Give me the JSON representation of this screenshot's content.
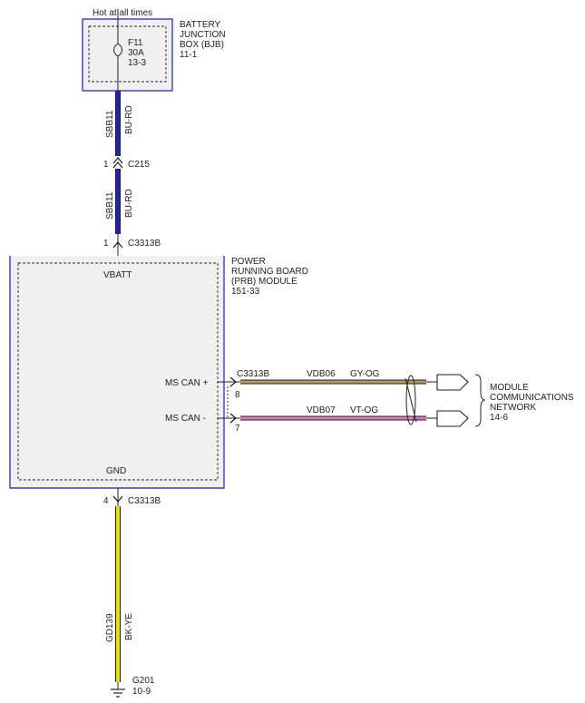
{
  "colors": {
    "box_border": "#3a3ac8",
    "box_fill": "#f0f0f0",
    "wire_blue": "#2222bb",
    "wire_yellow": "#e8e000",
    "wire_tan": "#b89a5a",
    "wire_pink": "#e07cc8",
    "line": "#222222"
  },
  "bjb": {
    "hot_label": "Hot at all times",
    "fuse_id": "F11",
    "fuse_rating": "30A",
    "fuse_ref": "13-3",
    "title_lines": [
      "BATTERY",
      "JUNCTION",
      "BOX (BJB)",
      "11-1"
    ]
  },
  "wire_sbb11_top": {
    "circuit": "SBB11",
    "color": "BU-RD"
  },
  "c215": {
    "pin": "1",
    "name": "C215"
  },
  "wire_sbb11_bottom": {
    "circuit": "SBB11",
    "color": "BU-RD"
  },
  "c3313b_top": {
    "pin": "1",
    "name": "C3313B"
  },
  "prb": {
    "title_lines": [
      "POWER",
      "RUNNING BOARD",
      "(PRB) MODULE",
      "151-33"
    ],
    "vbatt": "VBATT",
    "gnd": "GND",
    "ms_can_plus": "MS CAN +",
    "ms_can_minus": "MS CAN -"
  },
  "can_connector": {
    "name": "C3313B",
    "pin_plus": "8",
    "pin_minus": "7"
  },
  "wire_vdb06": {
    "circuit": "VDB06",
    "color": "GY-OG"
  },
  "wire_vdb07": {
    "circuit": "VDB07",
    "color": "VT-OG"
  },
  "network": {
    "title_lines": [
      "MODULE",
      "COMMUNICATIONS",
      "NETWORK",
      "14-6"
    ]
  },
  "c3313b_gnd": {
    "pin": "4",
    "name": "C3313B"
  },
  "wire_gd139": {
    "circuit": "GD139",
    "color": "BK-YE"
  },
  "ground": {
    "name": "G201",
    "ref": "10-9"
  }
}
